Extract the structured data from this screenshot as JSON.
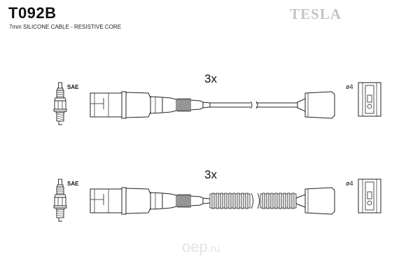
{
  "header": {
    "part_number": "T092B",
    "subtitle": "7mm SILICONE CABLE - RESISTIVE CORE",
    "brand": "TESLA"
  },
  "sets": [
    {
      "plug_label": "SAE",
      "quantity": "3x",
      "terminal_label": "ø4",
      "boot": "smooth"
    },
    {
      "plug_label": "SAE",
      "quantity": "3x",
      "terminal_label": "ø4",
      "boot": "ribbed"
    }
  ],
  "watermark": {
    "domain": "oep",
    "tld": ".ru"
  },
  "colors": {
    "line": "#222222",
    "brand": "#c4c4c4",
    "watermark": "#e3e3e3"
  },
  "icons": [
    "spark-plug-icon",
    "ignition-lead-icon",
    "distributor-terminal-icon"
  ]
}
